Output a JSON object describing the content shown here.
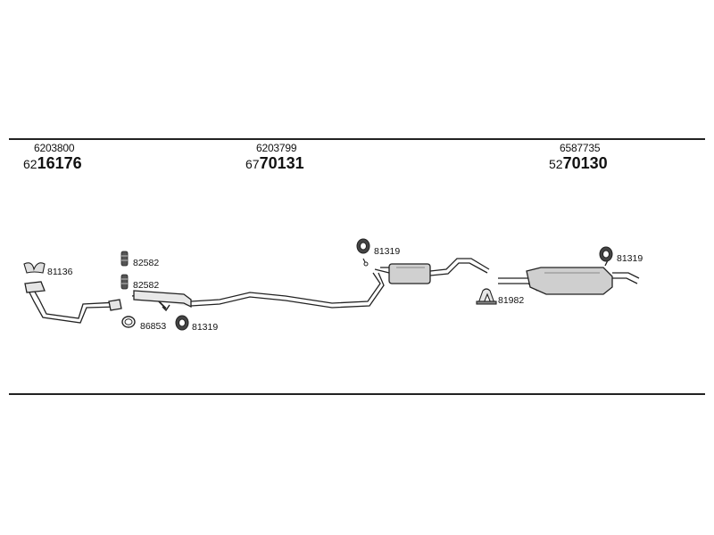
{
  "groups": [
    {
      "sub": "6203800",
      "prefix": "62",
      "main": "16176"
    },
    {
      "sub": "6203799",
      "prefix": "67",
      "main": "70131"
    },
    {
      "sub": "6587735",
      "prefix": "52",
      "main": "70130"
    }
  ],
  "parts": {
    "gasket_front": "81136",
    "hanger_a": "82582",
    "hanger_b": "82582",
    "clamp_ring": "86853",
    "rubber_mount_1": "81319",
    "rubber_mount_2": "81319",
    "rubber_mount_3": "81319",
    "clamp_u": "81982"
  },
  "colors": {
    "line": "#222222",
    "part_fill": "#d9d9d9",
    "part_dark": "#444444"
  }
}
